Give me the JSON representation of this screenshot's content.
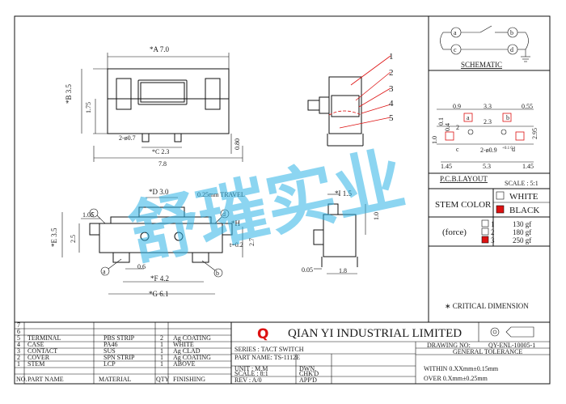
{
  "dims": {
    "top_width": "*A 7.0",
    "top_height_b": "*B 3.5",
    "top_h_1_75": "1.75",
    "pin_gap": "2-ø0.7",
    "c_dim": "*C 2.3",
    "overall_width": "7.8",
    "pin_len": "0.80",
    "d_dim": "*D 3.0",
    "travel": "0.25mm TRAVEL",
    "e_dim": "*E 3.5",
    "e_2_5": "2.5",
    "h_1_05": "1.05",
    "f_0_6": "0.6",
    "f_dim": "*F 4.2",
    "g_dim": "*G 6.1",
    "h_dim": "*H",
    "h_t02": "t=0.2",
    "h_2_7": "2.7",
    "side_i": "*I 1.5",
    "side_1_0": "1.0",
    "side_0_05": "0.05",
    "side_1_8": "1.8"
  },
  "callouts": [
    "1",
    "2",
    "3",
    "4",
    "5"
  ],
  "markers": {
    "a": "a",
    "b": "b",
    "c": "c",
    "d": "d"
  },
  "schematic": {
    "title": "SCHEMATIC",
    "a": "a",
    "b": "b",
    "c": "c",
    "d": "d"
  },
  "pcb": {
    "d09": "0.9",
    "d33": "3.3",
    "d055": "0.55",
    "d2": "2",
    "d23": "2.3",
    "d295": "2.95",
    "d01": "0.1",
    "d04": "0.4",
    "d10": "1.0",
    "hole": "2-ø0.9",
    "hole_tol": "+0.1 0",
    "d145a": "1.45",
    "d53": "5.3",
    "d145b": "1.45",
    "a": "a",
    "b": "b",
    "c": "c",
    "d": "d",
    "title": "P.C.B.LAYOUT",
    "scale": "SCALE : 5:1"
  },
  "stem_color": {
    "label": "STEM COLOR",
    "white": "WHITE",
    "black": "BLACK"
  },
  "force": {
    "label": "(force)",
    "rows": [
      {
        "n": "1",
        "v": "130 gf",
        "color": "#ffffff"
      },
      {
        "n": "2",
        "v": "180 gf",
        "color": "#ffffff"
      },
      {
        "n": "3",
        "v": "250 gf",
        "color": "#d11"
      }
    ]
  },
  "critical": "∗ CRITICAL DIMENSION",
  "watermark": "舒璀实业",
  "bom": [
    {
      "no": "7",
      "name": "",
      "mat": "",
      "qty": "",
      "fin": ""
    },
    {
      "no": "6",
      "name": "",
      "mat": "",
      "qty": "",
      "fin": ""
    },
    {
      "no": "5",
      "name": "TERMINAL",
      "mat": "PBS STRIP",
      "qty": "2",
      "fin": "Ag COATING"
    },
    {
      "no": "4",
      "name": "CASE",
      "mat": "PA46",
      "qty": "1",
      "fin": "WHITE"
    },
    {
      "no": "3",
      "name": "CONTACT",
      "mat": "SUS",
      "qty": "1",
      "fin": "Ag CLAD"
    },
    {
      "no": "2",
      "name": "COVER",
      "mat": "SPN STRIP",
      "qty": "1",
      "fin": "Ag COATING"
    },
    {
      "no": "1",
      "name": "STEM",
      "mat": "LCP",
      "qty": "1",
      "fin": "ABOVE"
    }
  ],
  "bom_header": {
    "no": "NO.",
    "name": "PART NAME",
    "mat": "MATERIAL",
    "qty": "QTY",
    "fin": "FINISHING"
  },
  "company": {
    "logo_letter": "Q",
    "name": "QIAN YI INDUSTRIAL LIMITED"
  },
  "info": {
    "series": "SERIES : TACT SWITCH",
    "part": "PART NAME: TS-1112E",
    "unit": "UNIT : M.M",
    "dwn": "DWN.",
    "scale": "SCALE : 8:1",
    "chkd": "CHK'D",
    "rev": "REV   :  A/0",
    "appd": "APP'D"
  },
  "drawing_no": {
    "label": "DRAWING NO:",
    "value": "QY-ENL-10005-1"
  },
  "tolerance": {
    "title": "GENERAL TOLERANCE",
    "within": "WITHIN 0.XXmm±0.15mm",
    "over": "OVER   0.Xmm±0.25mm"
  }
}
